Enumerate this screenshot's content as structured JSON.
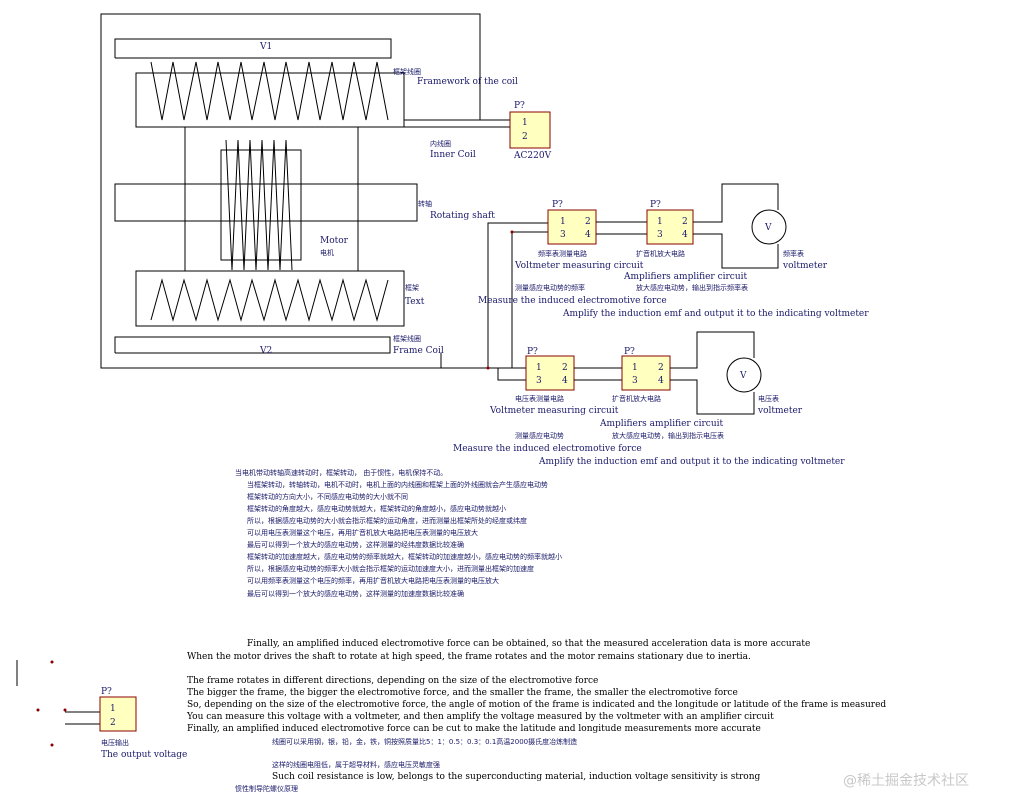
{
  "coil": {
    "v1": "V1",
    "v2": "V2",
    "framework_cn": "框架线圈",
    "framework_en": "Framework of the coil",
    "inner_cn": "内线圈",
    "inner_en": "Inner Coil",
    "shaft_cn": "转轴",
    "shaft_en": "Rotating shaft",
    "motor_en": "Motor",
    "motor_cn": "电机",
    "frame_cn": "框架",
    "frame_en": "Text",
    "framecoil_cn": "框架线圈",
    "framecoil_en": "Frame Coil"
  },
  "power": {
    "ref": "P?",
    "p1": "1",
    "p2": "2",
    "label": "AC220V"
  },
  "upper": {
    "box1_ref": "P?",
    "box2_ref": "P?",
    "pins": [
      "1",
      "2",
      "3",
      "4"
    ],
    "freq_meas_cn": "频率表测量电路",
    "amp_cn": "扩音机放大电路",
    "voltmeter_en": "Voltmeter measuring circuit",
    "amplifier_en": "Amplifiers amplifier circuit",
    "meter_symbol": "V",
    "meter_cn": "频率表",
    "meter_en": "voltmeter",
    "desc1_cn": "测量感应电动势的频率",
    "desc2_cn": "放大感应电动势，输出到指示频率表",
    "desc1_en": "Measure the induced electromotive force",
    "desc2_en": "Amplify the induction emf and output it to the indicating voltmeter"
  },
  "lower": {
    "box1_ref": "P?",
    "box2_ref": "P?",
    "pins": [
      "1",
      "2",
      "3",
      "4"
    ],
    "volt_meas_cn": "电压表测量电路",
    "amp_cn": "扩音机放大电路",
    "voltmeter_en": "Voltmeter measuring circuit",
    "amplifier_en": "Amplifiers amplifier circuit",
    "meter_symbol": "V",
    "meter_cn": "电压表",
    "meter_en": "voltmeter",
    "desc1_cn": "测量感应电动势",
    "desc2_cn": "放大感应电动势，输出到指示电压表",
    "desc1_en": "Measure the induced electromotive force",
    "desc2_en": "Amplify the induction emf and output it to the indicating voltmeter"
  },
  "output": {
    "ref": "P?",
    "p1": "1",
    "p2": "2",
    "cn": "电压输出",
    "en": "The output voltage"
  },
  "notes_cn": [
    "当电机带动转轴高速转动时，框架转动， 由于惯性，电机保持不动。",
    "当框架转动，转轴转动，电机不动时，电机上面的内线圈和框架上面的外线圈就会产生感应电动势",
    "框架转动的方向大小，不同感应电动势的大小就不同",
    "框架转动的角度越大，感应电动势就越大，框架转动的角度越小，感应电动势就越小",
    "所以，根据感应电动势的大小就会指示框架的运动角度，进而测量出框架所处的经度或纬度",
    "可以用电压表测量这个电压，再用扩音机放大电路把电压表测量的电压放大",
    "最后可以得到一个放大的感应电动势，这样测量的经纬度数据比较准确",
    "框架转动的加速度越大，感应电动势的频率就越大，框架转动的加速度越小，感应电动势的频率就越小",
    "所以，根据感应电动势的频率大小就会指示框架的运动加速度大小，进而测量出框架的加速度",
    "可以用频率表测量这个电压的频率，再用扩音机放大电路把电压表测量的电压放大",
    "最后可以得到一个放大的感应电动势，这样测量的加速度数据比较准确"
  ],
  "notes_en": [
    "Finally, an amplified induced electromotive force can be obtained, so that the measured acceleration data is more accurate",
    "When the motor drives the shaft to rotate at high speed, the frame rotates and the motor remains stationary due to inertia.",
    "The frame rotates in different directions, depending on the size of the electromotive force",
    "The bigger the frame, the bigger the electromotive force, and the smaller the frame, the smaller the electromotive force",
    "So, depending on the size of the electromotive force, the angle of motion of the frame is indicated and the longitude or latitude of the frame is measured",
    "You can measure this voltage with a voltmeter, and then amplify the voltage measured by the voltmeter with an amplifier circuit",
    "Finally, an amplified induced electromotive force can be cut to make the latitude and longitude measurements more accurate"
  ],
  "notes_tail": {
    "material_cn": "线圈可以采用钢，银，铅，金，铁，铜按照质量比5：1：0.5：0.3：0.1高温2000摄氏度冶炼制造",
    "resist_cn": "这样的线圈电阻低，属于超导材料，感应电压灵敏度强",
    "resist_en": "Such coil resistance is low, belongs to the superconducting material, induction voltage sensitivity is strong",
    "title_cn": "惯性制导陀螺仪原理"
  },
  "watermark": "@稀土掘金技术社区"
}
